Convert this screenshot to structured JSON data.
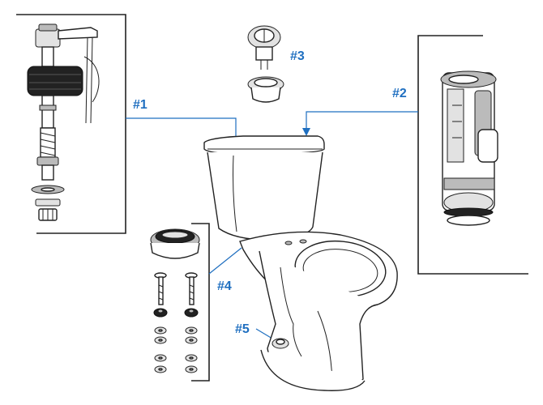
{
  "callouts": {
    "part1": "#1",
    "part2": "#2",
    "part3": "#3",
    "part4": "#4",
    "part5": "#5"
  },
  "colors": {
    "callout_text": "#1f6fc0",
    "line_art": "#222222",
    "background": "#ffffff"
  }
}
